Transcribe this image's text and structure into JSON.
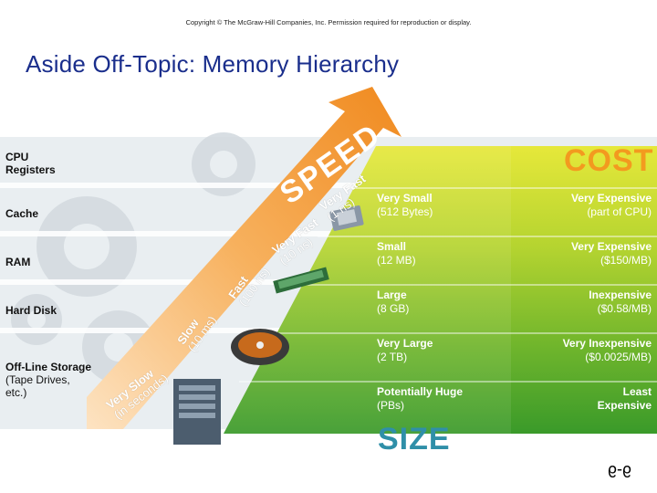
{
  "copyright": "Copyright © The McGraw-Hill Companies, Inc. Permission required for reproduction or display.",
  "title": "Aside Off-Topic: Memory Hierarchy",
  "axes": {
    "speed": "SPEED",
    "cost": "COST",
    "size": "SIZE"
  },
  "levels": [
    {
      "name": "CPU",
      "name2": "Registers",
      "speed": "Very Fast",
      "speed2": "(1 ns)",
      "size": "Very Small",
      "size2": "(512 Bytes)",
      "cost": "Very Expensive",
      "cost2": "(part of CPU)"
    },
    {
      "name": "Cache",
      "speed": "Very Fast",
      "speed2": "(10 ns)",
      "size": "Small",
      "size2": "(12 MB)",
      "cost": "Very Expensive",
      "cost2": "($150/MB)"
    },
    {
      "name": "RAM",
      "speed": "Fast",
      "speed2": "(100 ns)",
      "size": "Large",
      "size2": "(8 GB)",
      "cost": "Inexpensive",
      "cost2": "($0.58/MB)"
    },
    {
      "name": "Hard Disk",
      "speed": "Slow",
      "speed2": "(10 ms)",
      "size": "Very Large",
      "size2": "(2 TB)",
      "cost": "Very Inexpensive",
      "cost2": "($0.0025/MB)"
    },
    {
      "name": "Off-Line Storage",
      "name2": "(Tape Drives,",
      "name3": "etc.)",
      "speed": "Very Slow",
      "speed2": "(in seconds)",
      "size": "Potentially Huge",
      "size2": "(PBs)",
      "cost": "Least",
      "cost2": "Expensive"
    }
  ],
  "page_number": "6-6",
  "colors": {
    "title": "#1a2e8c",
    "cost": "#f39a1f",
    "size": "#2f8fa8",
    "arrow": "#f3a74a",
    "pyramid_top": "#d8e23a",
    "pyramid_bottom": "#3a9a2a"
  }
}
